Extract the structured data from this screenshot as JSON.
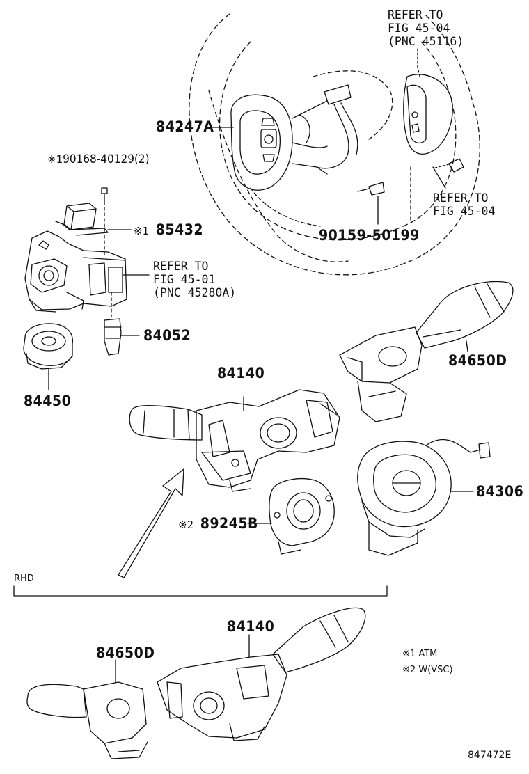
{
  "callouts": {
    "steering_pad": "84247A",
    "screw_note_mark": "※1",
    "screw_note": "90168-40129(2)",
    "relay_mark": "※1",
    "relay": "85432",
    "connector": "84052",
    "transponder": "84450",
    "bolt": "90159-50199",
    "combo_switch_top": "84140",
    "wiper_switch_top": "84650D",
    "spiral_cable": "84306",
    "sensor_mark": "※2",
    "sensor": "89245B",
    "combo_switch_rhd": "84140",
    "wiper_switch_rhd": "84650D"
  },
  "refs": {
    "ref_45116": "REFER TO\nFIG 45-04\n(PNC 45116)",
    "ref_4504": "REFER TO\nFIG 45-04",
    "ref_45280A": "REFER TO\nFIG 45-01\n(PNC 45280A)"
  },
  "section": {
    "rhd_label": "RHD"
  },
  "legend": {
    "items": [
      {
        "mark": "※1",
        "text": "ATM"
      },
      {
        "mark": "※2",
        "text": "W(VSC)"
      }
    ]
  },
  "footer": {
    "illustration_code": "847472E"
  }
}
